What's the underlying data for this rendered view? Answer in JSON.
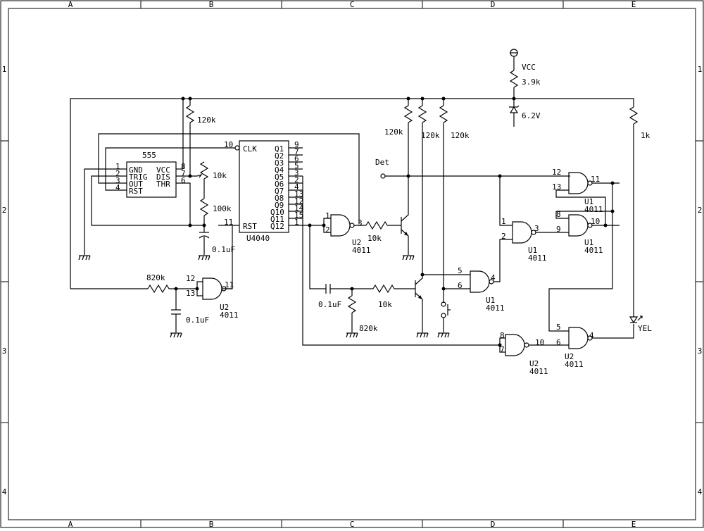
{
  "frame": {
    "columns": [
      "A",
      "B",
      "C",
      "D",
      "E"
    ],
    "rows": [
      "1",
      "2",
      "3",
      "4"
    ]
  },
  "power": {
    "vcc_label": "VCC",
    "vcc_resistor": "3.9k",
    "zener": "6.2V"
  },
  "timer_555": {
    "title": "555",
    "pins": {
      "gnd": "GND",
      "trig": "TRIG",
      "out": "OUT",
      "rst": "RST",
      "vcc": "VCC",
      "dis": "DIS",
      "thr": "THR"
    },
    "pin_numbers": {
      "p1": "1",
      "p2": "2",
      "p3": "3",
      "p4": "4",
      "p8": "8",
      "p7": "7",
      "p6": "6"
    },
    "r_top": "120k",
    "r_pot": "10k",
    "r_thr": "100k",
    "c_timing": "0.1uF"
  },
  "counter": {
    "label": "U4040",
    "clk": "CLK",
    "rst": "RST",
    "clk_pin": "10",
    "rst_pin": "11",
    "outputs": [
      "Q1",
      "Q2",
      "Q3",
      "Q4",
      "Q5",
      "Q6",
      "Q7",
      "Q8",
      "Q9",
      "Q10",
      "Q11",
      "Q12"
    ],
    "pins": [
      "9",
      "7",
      "6",
      "5",
      "3",
      "2",
      "4",
      "13",
      "12",
      "14",
      "15",
      "1"
    ]
  },
  "labels": {
    "det": "Det",
    "r_120k": "120k",
    "r_10k": "10k",
    "r_820k": "820k",
    "r_1k": "1k",
    "c_01uf": "0.1uF",
    "led": "YEL",
    "u1": "U1",
    "u2": "U2",
    "ic": "4011"
  },
  "pins": {
    "n1": "1",
    "n2": "2",
    "n3": "3",
    "n4": "4",
    "n5": "5",
    "n6": "6",
    "n7": "7",
    "n8": "8",
    "n9": "9",
    "n10": "10",
    "n11": "11",
    "n12": "12",
    "n13": "13"
  }
}
